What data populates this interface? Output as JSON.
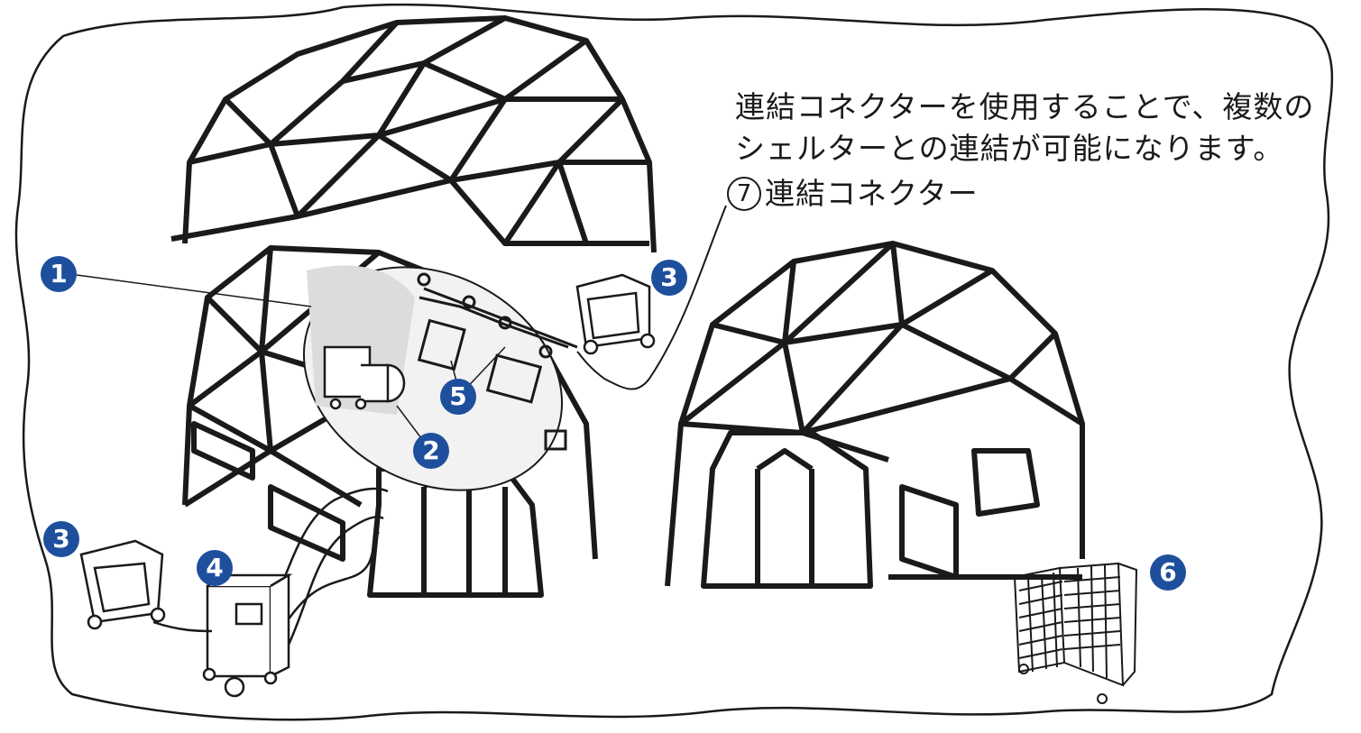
{
  "description_lines": [
    "連結コネクターを使用することで、複数の",
    "シェルターとの連結が可能になります。"
  ],
  "connector_label": {
    "number": "7",
    "text": "連結コネクター"
  },
  "callouts": [
    "1",
    "2",
    "3",
    "3",
    "4",
    "5",
    "6"
  ],
  "colors": {
    "badge": "#1e4f9c",
    "line": "#1a1a1a",
    "inset_fill": "#e6e6e6"
  }
}
